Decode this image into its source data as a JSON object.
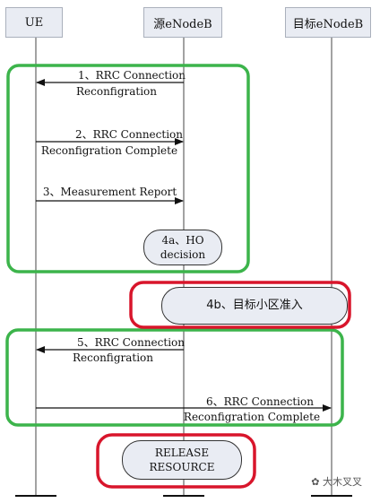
{
  "entities": {
    "ue": "UE",
    "source": "源eNodeB",
    "target": "目标eNodeB"
  },
  "messages": {
    "m1_line1": "1、RRC Connection",
    "m1_line2": "Reconfigration",
    "m2_line1": "2、RRC Connection",
    "m2_line2": "Reconfigration Complete",
    "m3": "3、Measurement Report",
    "m5_line1": "5、RRC Connection",
    "m5_line2": "Reconfigration",
    "m6_line1": "6、RRC Connection",
    "m6_line2": "Reconfigration Complete"
  },
  "boxes": {
    "ho_line1": "4a、HO",
    "ho_line2": "decision",
    "admission": "4b、目标小区准入",
    "release_line1": "RELEASE",
    "release_line2": "RESOURCE"
  },
  "watermark": "大木叉叉",
  "colors": {
    "green": "#3cb44b",
    "red": "#d8152b",
    "box_fill": "#e9ecf3",
    "line": "#333333"
  }
}
